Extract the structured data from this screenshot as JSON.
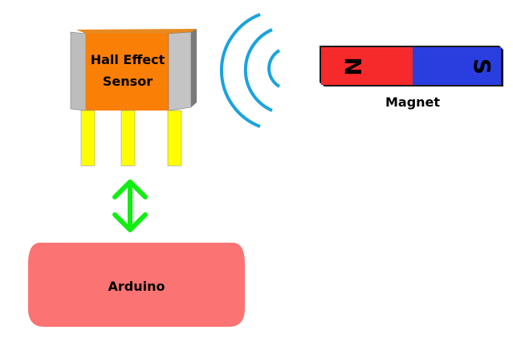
{
  "sensor": {
    "line1": "Hall Effect",
    "line2": "Sensor"
  },
  "magnet": {
    "label": "Magnet",
    "north": "N",
    "south": "S"
  },
  "arduino": {
    "label": "Arduino"
  },
  "colors": {
    "sensor_body": "#fa7f07",
    "sensor_side": "#c0c0c0",
    "legs": "#ffff00",
    "waves": "#1aa3de",
    "arrow": "#11ee11",
    "arduino": "#fb7373",
    "magnet_north": "#f62a2a",
    "magnet_south": "#2a3ee0"
  }
}
